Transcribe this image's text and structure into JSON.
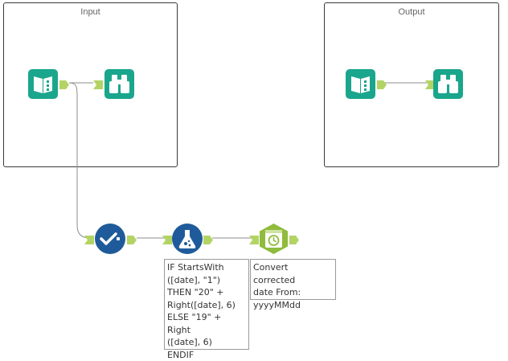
{
  "containers": {
    "input": {
      "title": "Input"
    },
    "output": {
      "title": "Output"
    }
  },
  "tools": {
    "input_data_1": {
      "icon": "book-icon",
      "color": "#1aa68c"
    },
    "browse_1": {
      "icon": "binoculars-icon",
      "color": "#1aa68c"
    },
    "input_data_2": {
      "icon": "book-icon",
      "color": "#1aa68c"
    },
    "browse_2": {
      "icon": "binoculars-icon",
      "color": "#1aa68c"
    },
    "select": {
      "icon": "checkmark-icon",
      "color": "#1f5b9a"
    },
    "formula": {
      "icon": "flask-icon",
      "color": "#1f5b9a"
    },
    "datetime": {
      "icon": "clock-icon",
      "color": "#8fbc3c"
    }
  },
  "annotations": {
    "formula": "IF StartsWith\n([date], \"1\")\nTHEN \"20\" +\nRight([date], 6)\nELSE \"19\" + Right\n([date], 6)\nENDIF",
    "datetime": "Convert corrected\ndate From:\nyyyyMMdd"
  },
  "colors": {
    "anchor": "#b3d465",
    "wire": "#8c8c8c",
    "container_border": "#3a3a3a"
  }
}
